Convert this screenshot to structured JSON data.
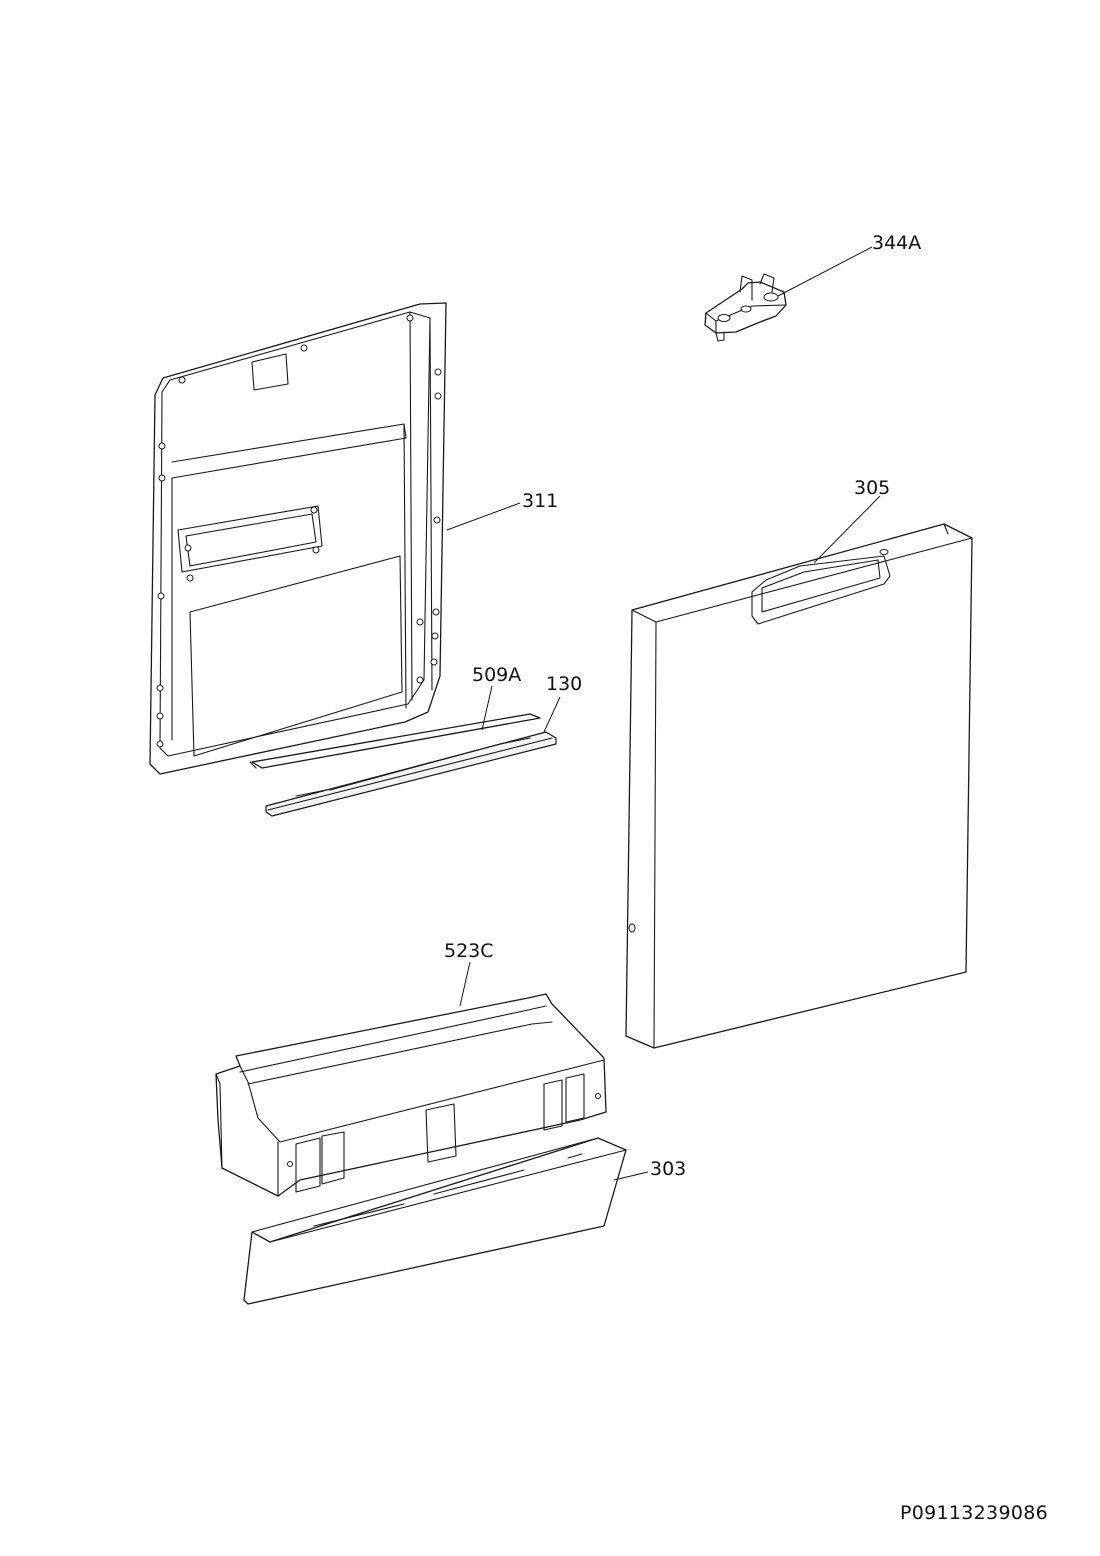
{
  "callouts": {
    "p344A": "344A",
    "p311": "311",
    "p305": "305",
    "p509A": "509A",
    "p130": "130",
    "p523C": "523C",
    "p303": "303"
  },
  "reference_code": "P09113239086"
}
